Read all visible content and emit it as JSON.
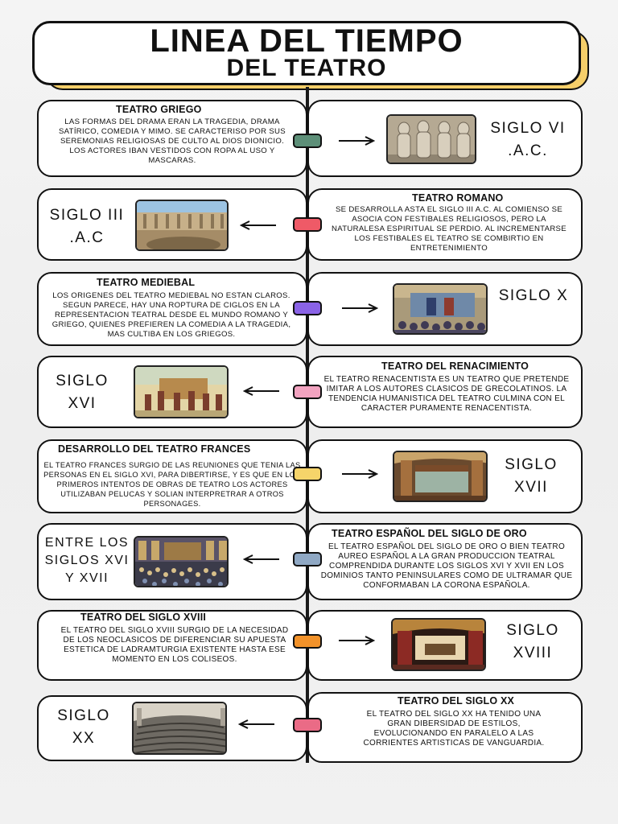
{
  "title": {
    "line1": "LINEA DEL TIEMPO",
    "line2": "DEL TEATRO"
  },
  "periods": [
    {
      "heading": "TEATRO GRIEGO",
      "text": "LAS FORMAS DEL DRAMA ERAN LA TRAGEDIA, DRAMA SATÍRICO, COMEDIA Y MIMO. SE CARACTERISO POR SUS SEREMONIAS RELIGIOSAS DE CULTO AL DIOS DIONICIO. LOS ACTORES IBAN VESTIDOS CON ROPA AL USO Y MASCARAS.",
      "century": "SIGLO VI .A.C.",
      "color": "#5d8f78",
      "image": "greek-relief"
    },
    {
      "heading": "TEATRO ROMANO",
      "text": "SE DESARROLLA ASTA EL SIGLO III A.C. AL COMIENSO SE ASOCIA CON FESTIBALES RELIGIOSOS, PERO LA NATURALESA ESPIRITUAL SE PERDIO. AL INCREMENTARSE LOS FESTIBALES EL TEATRO SE COMBIRTIO EN ENTRETENIMIENTO",
      "century": "SIGLO III .A.C",
      "color": "#ef5a67",
      "image": "roman-theatre"
    },
    {
      "heading": "TEATRO MEDIEBAL",
      "text": "LOS ORIGENES DEL TEATRO MEDIEBAL NO ESTAN CLAROS. SEGUN PARECE, HAY UNA ROPTURA DE CIGLOS EN LA REPRESENTACION TEATRAL DESDE EL MUNDO ROMANO Y GRIEGO, QUIENES PREFIEREN LA COMEDIA A LA TRAGEDIA, MAS CULTIBA EN LOS GRIEGOS.",
      "century": "SIGLO X",
      "color": "#8a63e6",
      "image": "medieval-stage"
    },
    {
      "heading": "TEATRO DEL RENACIMIENTO",
      "text": "EL TEATRO RENACENTISTA ES UN TEATRO QUE PRETENDE IMITAR A LOS AUTORES CLASICOS DE GRECOLATINOS. LA TENDENCIA HUMANISTICA DEL TEATRO CULMINA CON EL CARACTER PURAMENTE RENACENTISTA.",
      "century": "SIGLO XVI",
      "color": "#f2a3c0",
      "image": "renaissance-painting"
    },
    {
      "heading": "DESARROLLO DEL TEATRO FRANCES",
      "text": "EL TEATRO FRANCES SURGIO DE LAS REUNIONES QUE TENIA LAS PERSONAS EN EL SIGLO XVI, PARA DIBERTIRSE, Y ES QUE EN LOS PRIMEROS INTENTOS DE OBRAS DE TEATRO LOS ACTORES UTILIZABAN PELUCAS Y SOLIAN INTERPRETRAR A OTROS PERSONAGES.",
      "century": "SIGLO XVII",
      "color": "#f6d46a",
      "image": "french-theatre"
    },
    {
      "heading": "TEATRO ESPAÑOL DEL SIGLO DE ORO",
      "text": "EL TEATRO ESPAÑOL DEL SIGLO DE ORO O BIEN TEATRO AUREO ESPAÑOL A LA GRAN PRODUCCION TEATRAL COMPRENDIDA DURANTE LOS SIGLOS XVI Y XVII EN LOS DOMINIOS TANTO PENINSULARES COMO DE ULTRAMAR QUE CONFORMABAN LA CORONA ESPAÑOLA.",
      "century": "ENTRE LOS SIGLOS XVI Y XVII",
      "color": "#8fa8c4",
      "image": "corral-de-comedias"
    },
    {
      "heading": "TEATRO DEL SIGLO XVIII",
      "text": "EL TEATRO DEL SIGLO XVIII SURGIO DE LA NECESIDAD DE LOS NEOCLASICOS DE DIFERENCIAR SU APUESTA ESTETICA DE LADRAMTURGIA EXISTENTE HASTA ESE MOMENTO EN LOS COLISEOS.",
      "century": "SIGLO XVIII",
      "color": "#f2922a",
      "image": "18th-century-stage"
    },
    {
      "heading": "TEATRO DEL SIGLO XX",
      "text": "EL TEATRO DEL SIGLO XX HA TENIDO UNA GRAN DIBERSIDAD DE ESTILOS, EVOLUCIONANDO EN PARALELO A LAS CORRIENTES ARTISTICAS DE VANGUARDIA.",
      "century": "SIGLO XX",
      "color": "#ea6b86",
      "image": "20th-century-auditorium"
    }
  ]
}
